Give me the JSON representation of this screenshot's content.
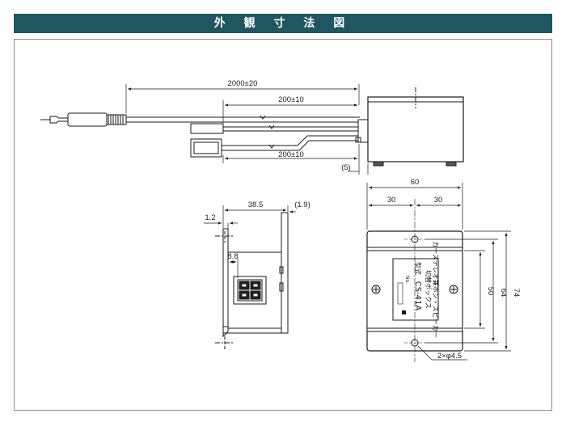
{
  "title": "外 観 寸 法 図",
  "dimensions": {
    "cable_total": "2000±20",
    "cable_branch_top": "200±10",
    "cable_branch_bottom": "200±10",
    "lead_offset": "(5)",
    "front_width_total": "60",
    "front_half_left": "30",
    "front_half_right": "30",
    "front_height_outer": "74",
    "front_height_mid": "64",
    "front_height_inner": "50",
    "hole_spec": "2×φ4.5",
    "side_depth": "38.5",
    "side_lip": "(1.9)",
    "side_plate": "1.2",
    "side_connector": "8.8"
  },
  "label_plate": {
    "line1": "カーステレオ兼ホン・スピーカー",
    "line2": "切替ボックス",
    "model_prefix": "型式",
    "model": "CS-41A",
    "no_label": "No."
  },
  "colors": {
    "title_bar": "#1f5662",
    "title_text": "#ffffff",
    "line": "#1a1a1a"
  }
}
